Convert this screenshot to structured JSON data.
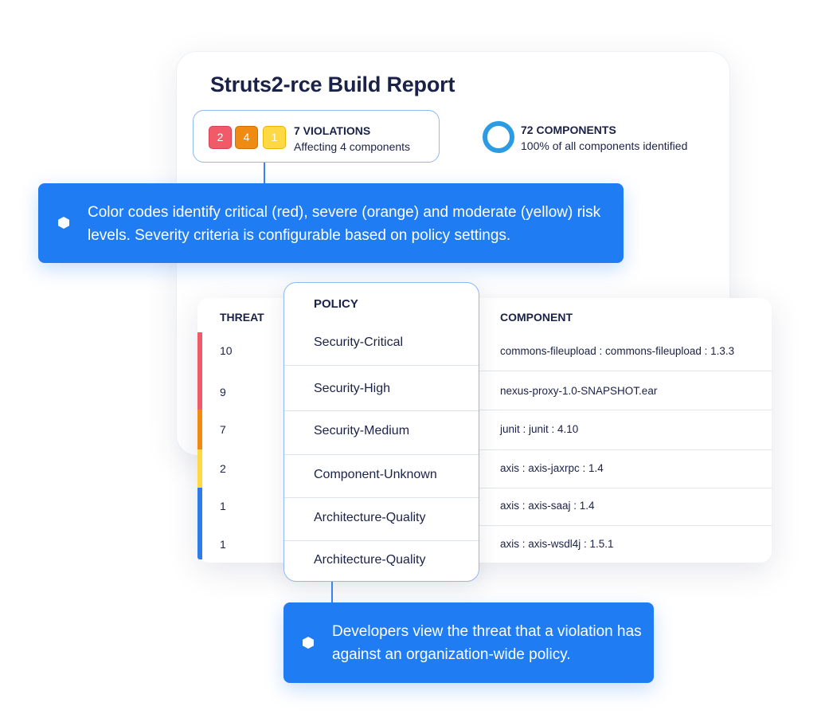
{
  "report": {
    "title": "Struts2-rce Build Report"
  },
  "violations": {
    "critical": "2",
    "severe": "4",
    "moderate": "1",
    "count_label": "7 VIOLATIONS",
    "subtitle": "Affecting 4 components"
  },
  "components": {
    "count_label": "72 COMPONENTS",
    "subtitle": "100% of all components identified"
  },
  "callouts": {
    "severity": "Color codes identify critical (red), severe (orange) and moderate (yellow) risk levels. Severity criteria is configurable based on policy settings.",
    "threat": "Developers view the threat that a violation has against an organization-wide policy."
  },
  "table": {
    "headers": {
      "threat": "THREAT",
      "policy": "POLICY",
      "component": "COMPONENT"
    },
    "rows": [
      {
        "threat": "10",
        "policy": "Security-Critical",
        "component": "commons-fileupload : commons-fileupload : 1.3.3",
        "level": "critical"
      },
      {
        "threat": "9",
        "policy": "Security-High",
        "component": "nexus-proxy-1.0-SNAPSHOT.ear",
        "level": "critical"
      },
      {
        "threat": "7",
        "policy": "Security-Medium",
        "component": "junit : junit : 4.10",
        "level": "severe"
      },
      {
        "threat": "2",
        "policy": "Component-Unknown",
        "component": "axis : axis-jaxrpc : 1.4",
        "level": "moderate"
      },
      {
        "threat": "1",
        "policy": "Architecture-Quality",
        "component": "axis : axis-saaj : 1.4",
        "level": "low"
      },
      {
        "threat": "1",
        "policy": "Architecture-Quality",
        "component": "axis : axis-wsdl4j : 1.5.1",
        "level": "low"
      }
    ]
  },
  "colors": {
    "critical": "#f05a69",
    "severe": "#ef8a12",
    "moderate": "#ffd944",
    "low": "#2f7ce8",
    "accent": "#1f7cf2",
    "ring": "#2b9be3"
  }
}
